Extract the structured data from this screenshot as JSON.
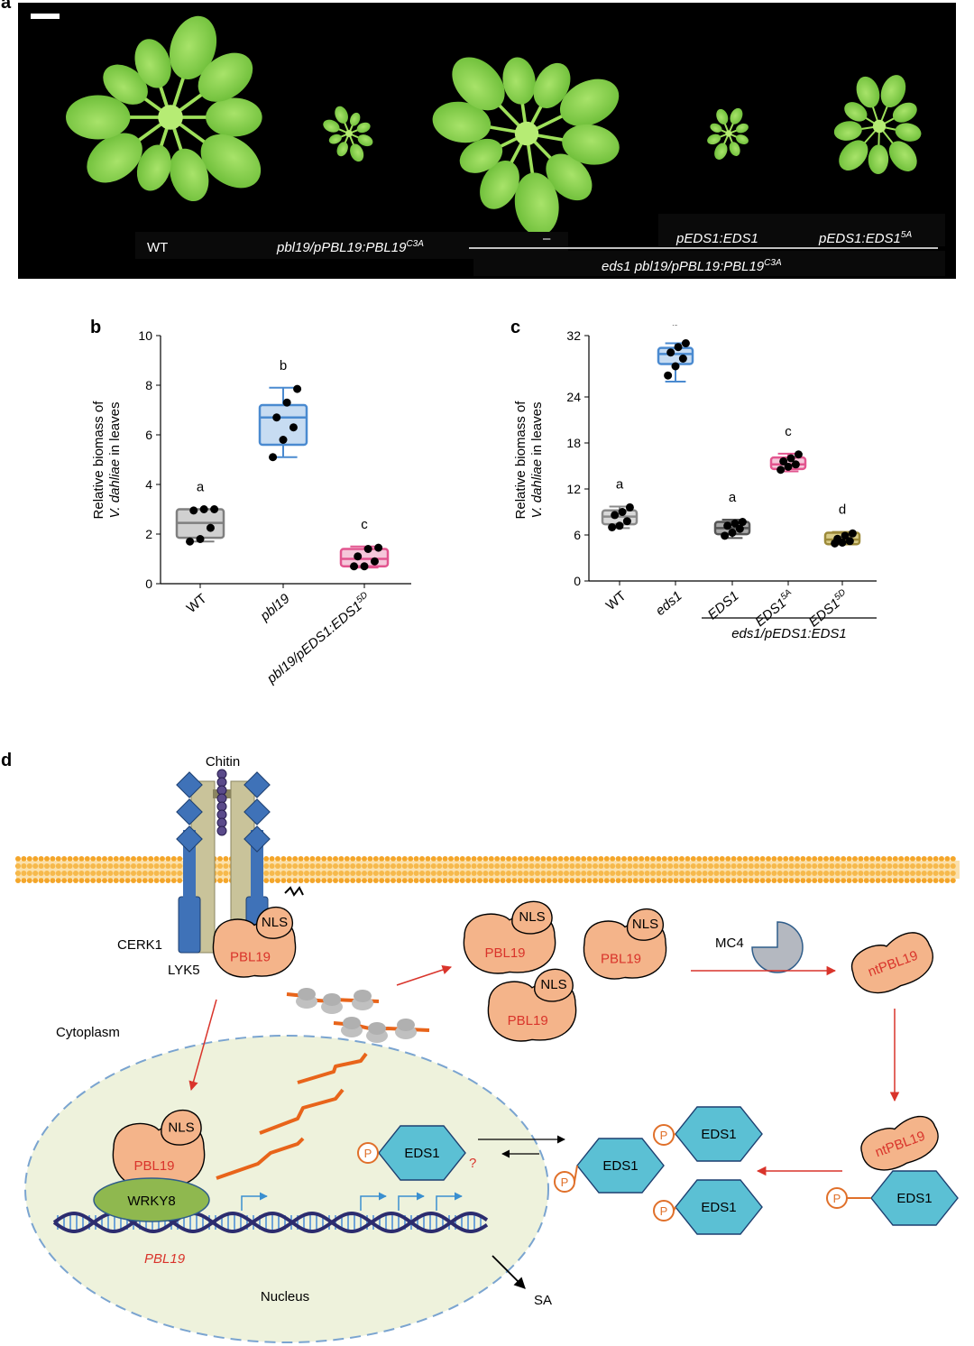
{
  "panels": {
    "a": "a",
    "b": "b",
    "c": "c",
    "d": "d"
  },
  "panel_a": {
    "labels": {
      "wt": "WT",
      "pbl19_main": "pbl19/pPBL19:PBL19",
      "pbl19_sup": "C3A",
      "dash": "–",
      "pEDS1": "pEDS1:EDS1",
      "pEDS1_5A_main": "pEDS1:EDS1",
      "pEDS1_5A_sup": "5A",
      "bottom_main": "eds1 pbl19/pPBL19:PBL19",
      "bottom_sup": "C3A"
    },
    "colors": {
      "background": "#000000",
      "leaf": "#8ed64a"
    }
  },
  "chart_data": [
    {
      "panel": "b",
      "type": "box",
      "ylabel_line1": "Relative biomass of",
      "ylabel_line2_italic": "V. dahliae",
      "ylabel_line2_rest": " in leaves",
      "ylim": [
        0,
        10
      ],
      "yticks": [
        0,
        2,
        4,
        6,
        8,
        10
      ],
      "categories": [
        {
          "label": "WT",
          "italic": false,
          "sup": ""
        },
        {
          "label": "pbl19",
          "italic": true,
          "sup": ""
        },
        {
          "label": "pbl19/pEDS1:EDS1",
          "italic": true,
          "sup": "5D"
        }
      ],
      "boxes": [
        {
          "min": 1.7,
          "q1": 1.85,
          "median": 2.45,
          "q3": 3.0,
          "max": 3.0,
          "letter": "a",
          "color": "#7f7f7f",
          "fill": "#d0d0d0",
          "points": [
            1.7,
            1.8,
            2.25,
            2.95,
            3.0,
            3.0
          ]
        },
        {
          "min": 5.1,
          "q1": 5.6,
          "median": 6.7,
          "q3": 7.2,
          "max": 7.9,
          "letter": "b",
          "color": "#4a8ad0",
          "fill": "#c7dcf2",
          "points": [
            5.1,
            5.8,
            6.3,
            6.7,
            7.3,
            7.85
          ]
        },
        {
          "min": 0.65,
          "q1": 0.7,
          "median": 1.0,
          "q3": 1.4,
          "max": 1.5,
          "letter": "c",
          "color": "#e2558f",
          "fill": "#f5c7da",
          "points": [
            0.7,
            0.7,
            0.9,
            1.1,
            1.4,
            1.45
          ]
        }
      ]
    },
    {
      "panel": "c",
      "type": "box",
      "ylabel_line1": "Relative biomass of",
      "ylabel_line2_italic": "V. dahliae",
      "ylabel_line2_rest": " in leaves",
      "ylim": [
        0,
        32
      ],
      "yticks": [
        0,
        6,
        12,
        18,
        24,
        32
      ],
      "categories": [
        {
          "label": "WT",
          "italic": false,
          "sup": ""
        },
        {
          "label": "eds1",
          "italic": true,
          "sup": ""
        },
        {
          "label": "EDS1",
          "italic": true,
          "sup": ""
        },
        {
          "label": "EDS1",
          "italic": true,
          "sup": "5A"
        },
        {
          "label": "EDS1",
          "italic": true,
          "sup": "5D"
        }
      ],
      "group_label": "eds1/pEDS1:EDS1",
      "boxes": [
        {
          "min": 6.9,
          "q1": 7.4,
          "median": 8.4,
          "q3": 9.2,
          "max": 9.7,
          "letter": "a",
          "color": "#8a8a8a",
          "fill": "#d8d8d8",
          "points": [
            7.0,
            7.2,
            7.8,
            8.6,
            9.0,
            9.6
          ]
        },
        {
          "min": 26.0,
          "q1": 28.3,
          "median": 29.6,
          "q3": 30.4,
          "max": 31.0,
          "letter": "b",
          "color": "#4a8ad0",
          "fill": "#c7dcf2",
          "points": [
            26.8,
            28.0,
            29.0,
            29.8,
            30.5,
            31.0
          ]
        },
        {
          "min": 5.6,
          "q1": 6.1,
          "median": 6.9,
          "q3": 7.7,
          "max": 8.0,
          "letter": "a",
          "color": "#555555",
          "fill": "#a8a8a8",
          "points": [
            5.9,
            6.3,
            6.8,
            7.2,
            7.5,
            7.7
          ]
        },
        {
          "min": 14.3,
          "q1": 14.6,
          "median": 15.2,
          "q3": 16.1,
          "max": 16.6,
          "letter": "c",
          "color": "#e2558f",
          "fill": "#f5c7da",
          "points": [
            14.5,
            14.9,
            15.2,
            15.6,
            16.0,
            16.5
          ]
        },
        {
          "min": 4.8,
          "q1": 4.8,
          "median": 5.4,
          "q3": 6.3,
          "max": 6.4,
          "letter": "d",
          "color": "#9c8a3a",
          "fill": "#d9cc88",
          "points": [
            4.9,
            5.0,
            5.2,
            5.5,
            5.9,
            6.2
          ]
        }
      ]
    }
  ],
  "panel_d": {
    "labels": {
      "chitin": "Chitin",
      "cerk1": "CERK1",
      "lyk5": "LYK5",
      "cytoplasm": "Cytoplasm",
      "nucleus": "Nucleus",
      "nls": "NLS",
      "pbl19": "PBL19",
      "ntpbl19": "ntPBL19",
      "mc4": "MC4",
      "wrky8": "WRKY8",
      "pbl19_gene": "PBL19",
      "eds1": "EDS1",
      "p": "P",
      "question": "?",
      "sa": "SA"
    },
    "colors": {
      "protein": "#f4b48a",
      "eds1": "#5bc0d4",
      "wrky8": "#8fb84f",
      "nucleus": "#eef2dc",
      "arrow_red": "#d9342b",
      "phospho": "#e0702a",
      "membrane": "#f0a030",
      "chitin": "#5a4a8a",
      "cerk1": "#3f72b8",
      "lyk5": "#c9c39a"
    }
  }
}
